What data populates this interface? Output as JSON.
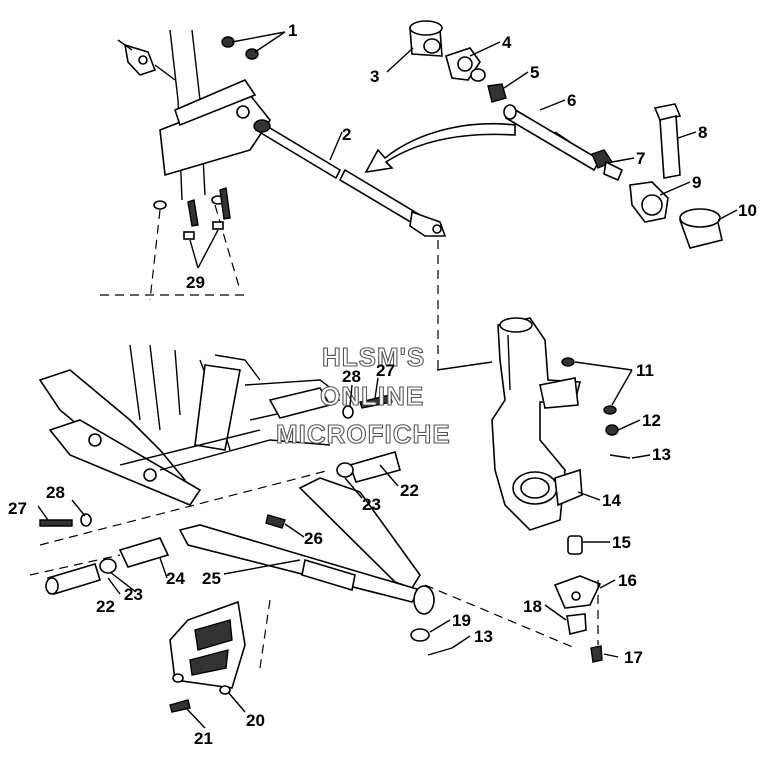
{
  "watermark": {
    "line1": "HLSM'S",
    "line2": "ONLINE",
    "line3": "MICROFICHE"
  },
  "callouts": [
    "1",
    "2",
    "3",
    "4",
    "5",
    "6",
    "7",
    "8",
    "9",
    "10",
    "11",
    "12",
    "13",
    "13",
    "14",
    "15",
    "16",
    "17",
    "18",
    "19",
    "20",
    "21",
    "22",
    "22",
    "23",
    "23",
    "24",
    "25",
    "26",
    "27",
    "27",
    "28",
    "28",
    "29"
  ],
  "colors": {
    "ink": "#000000",
    "paper": "#ffffff",
    "watermark_stroke": "#555555"
  }
}
